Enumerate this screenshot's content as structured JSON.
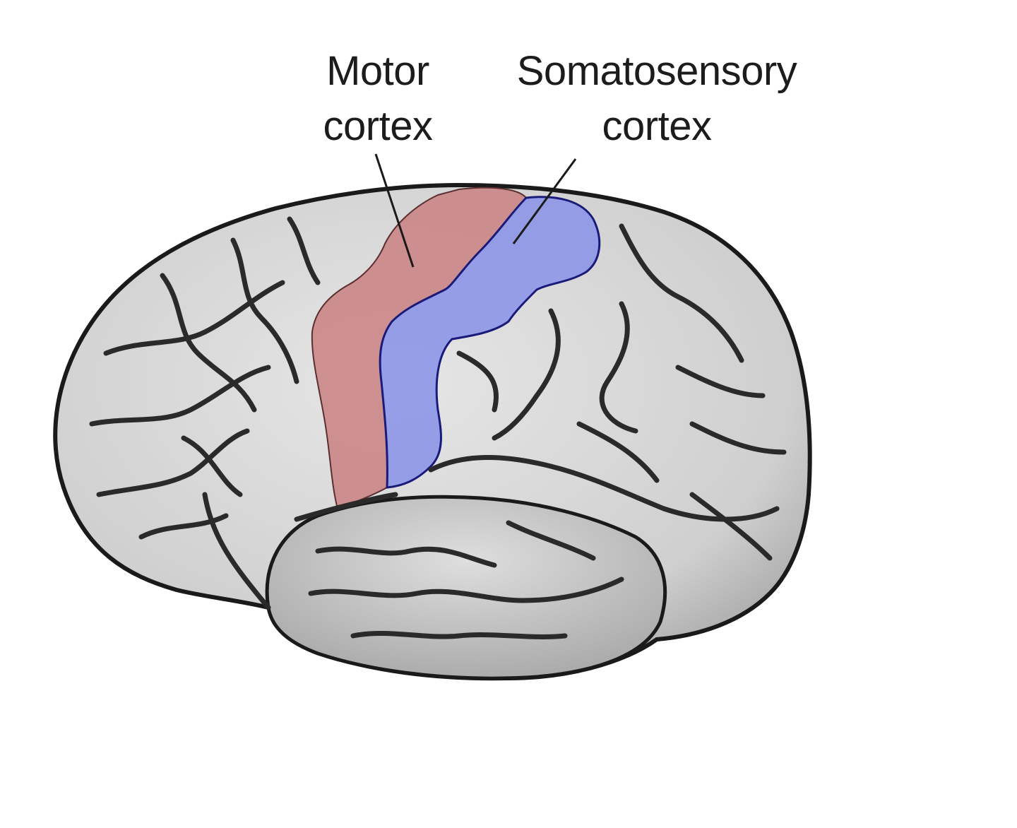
{
  "labels": {
    "motor": {
      "line1": "Motor",
      "line2": "cortex"
    },
    "somatosensory": {
      "line1": "Somatosensory",
      "line2": "cortex"
    }
  },
  "colors": {
    "background": "#ffffff",
    "brain_fill": "#d9d9d9",
    "brain_outline": "#1a1a1a",
    "sulcus": "#2a2a2a",
    "motor_region": "#c98080",
    "somatosensory_region": "#8c96e6"
  }
}
